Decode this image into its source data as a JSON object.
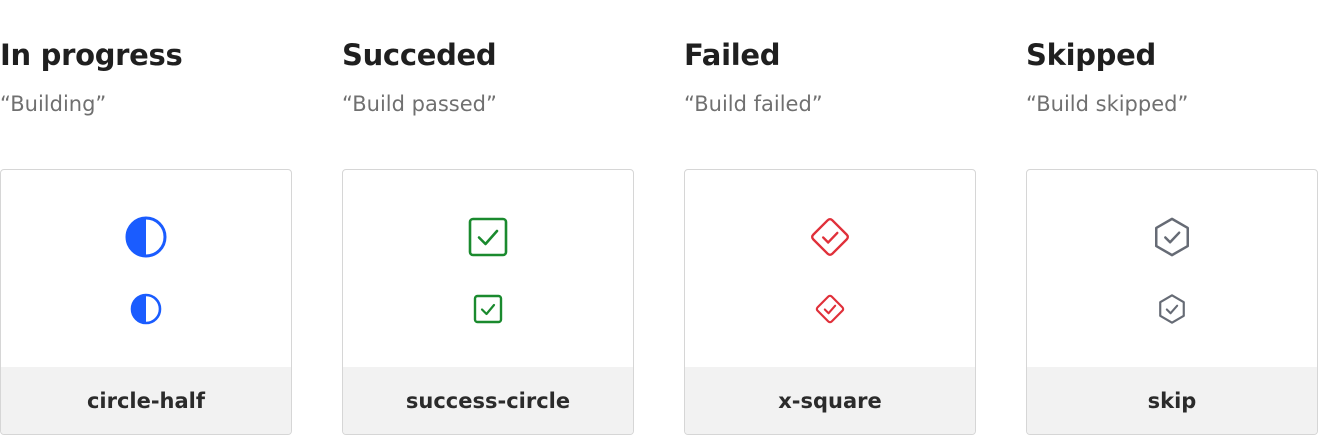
{
  "statuses": [
    {
      "title": "In progress",
      "subtitle": "“Building”",
      "icon_name": "circle-half",
      "icon": "circle-half-icon",
      "color": "#1a5cff"
    },
    {
      "title": "Succeded",
      "subtitle": "“Build passed”",
      "icon_name": "success-circle",
      "icon": "check-square-icon",
      "color": "#1a8a2e"
    },
    {
      "title": "Failed",
      "subtitle": "“Build failed”",
      "icon_name": "x-square",
      "icon": "check-diamond-icon",
      "color": "#e0303a"
    },
    {
      "title": "Skipped",
      "subtitle": "“Build skipped”",
      "icon_name": "skip",
      "icon": "check-hexagon-icon",
      "color": "#666b75"
    }
  ]
}
